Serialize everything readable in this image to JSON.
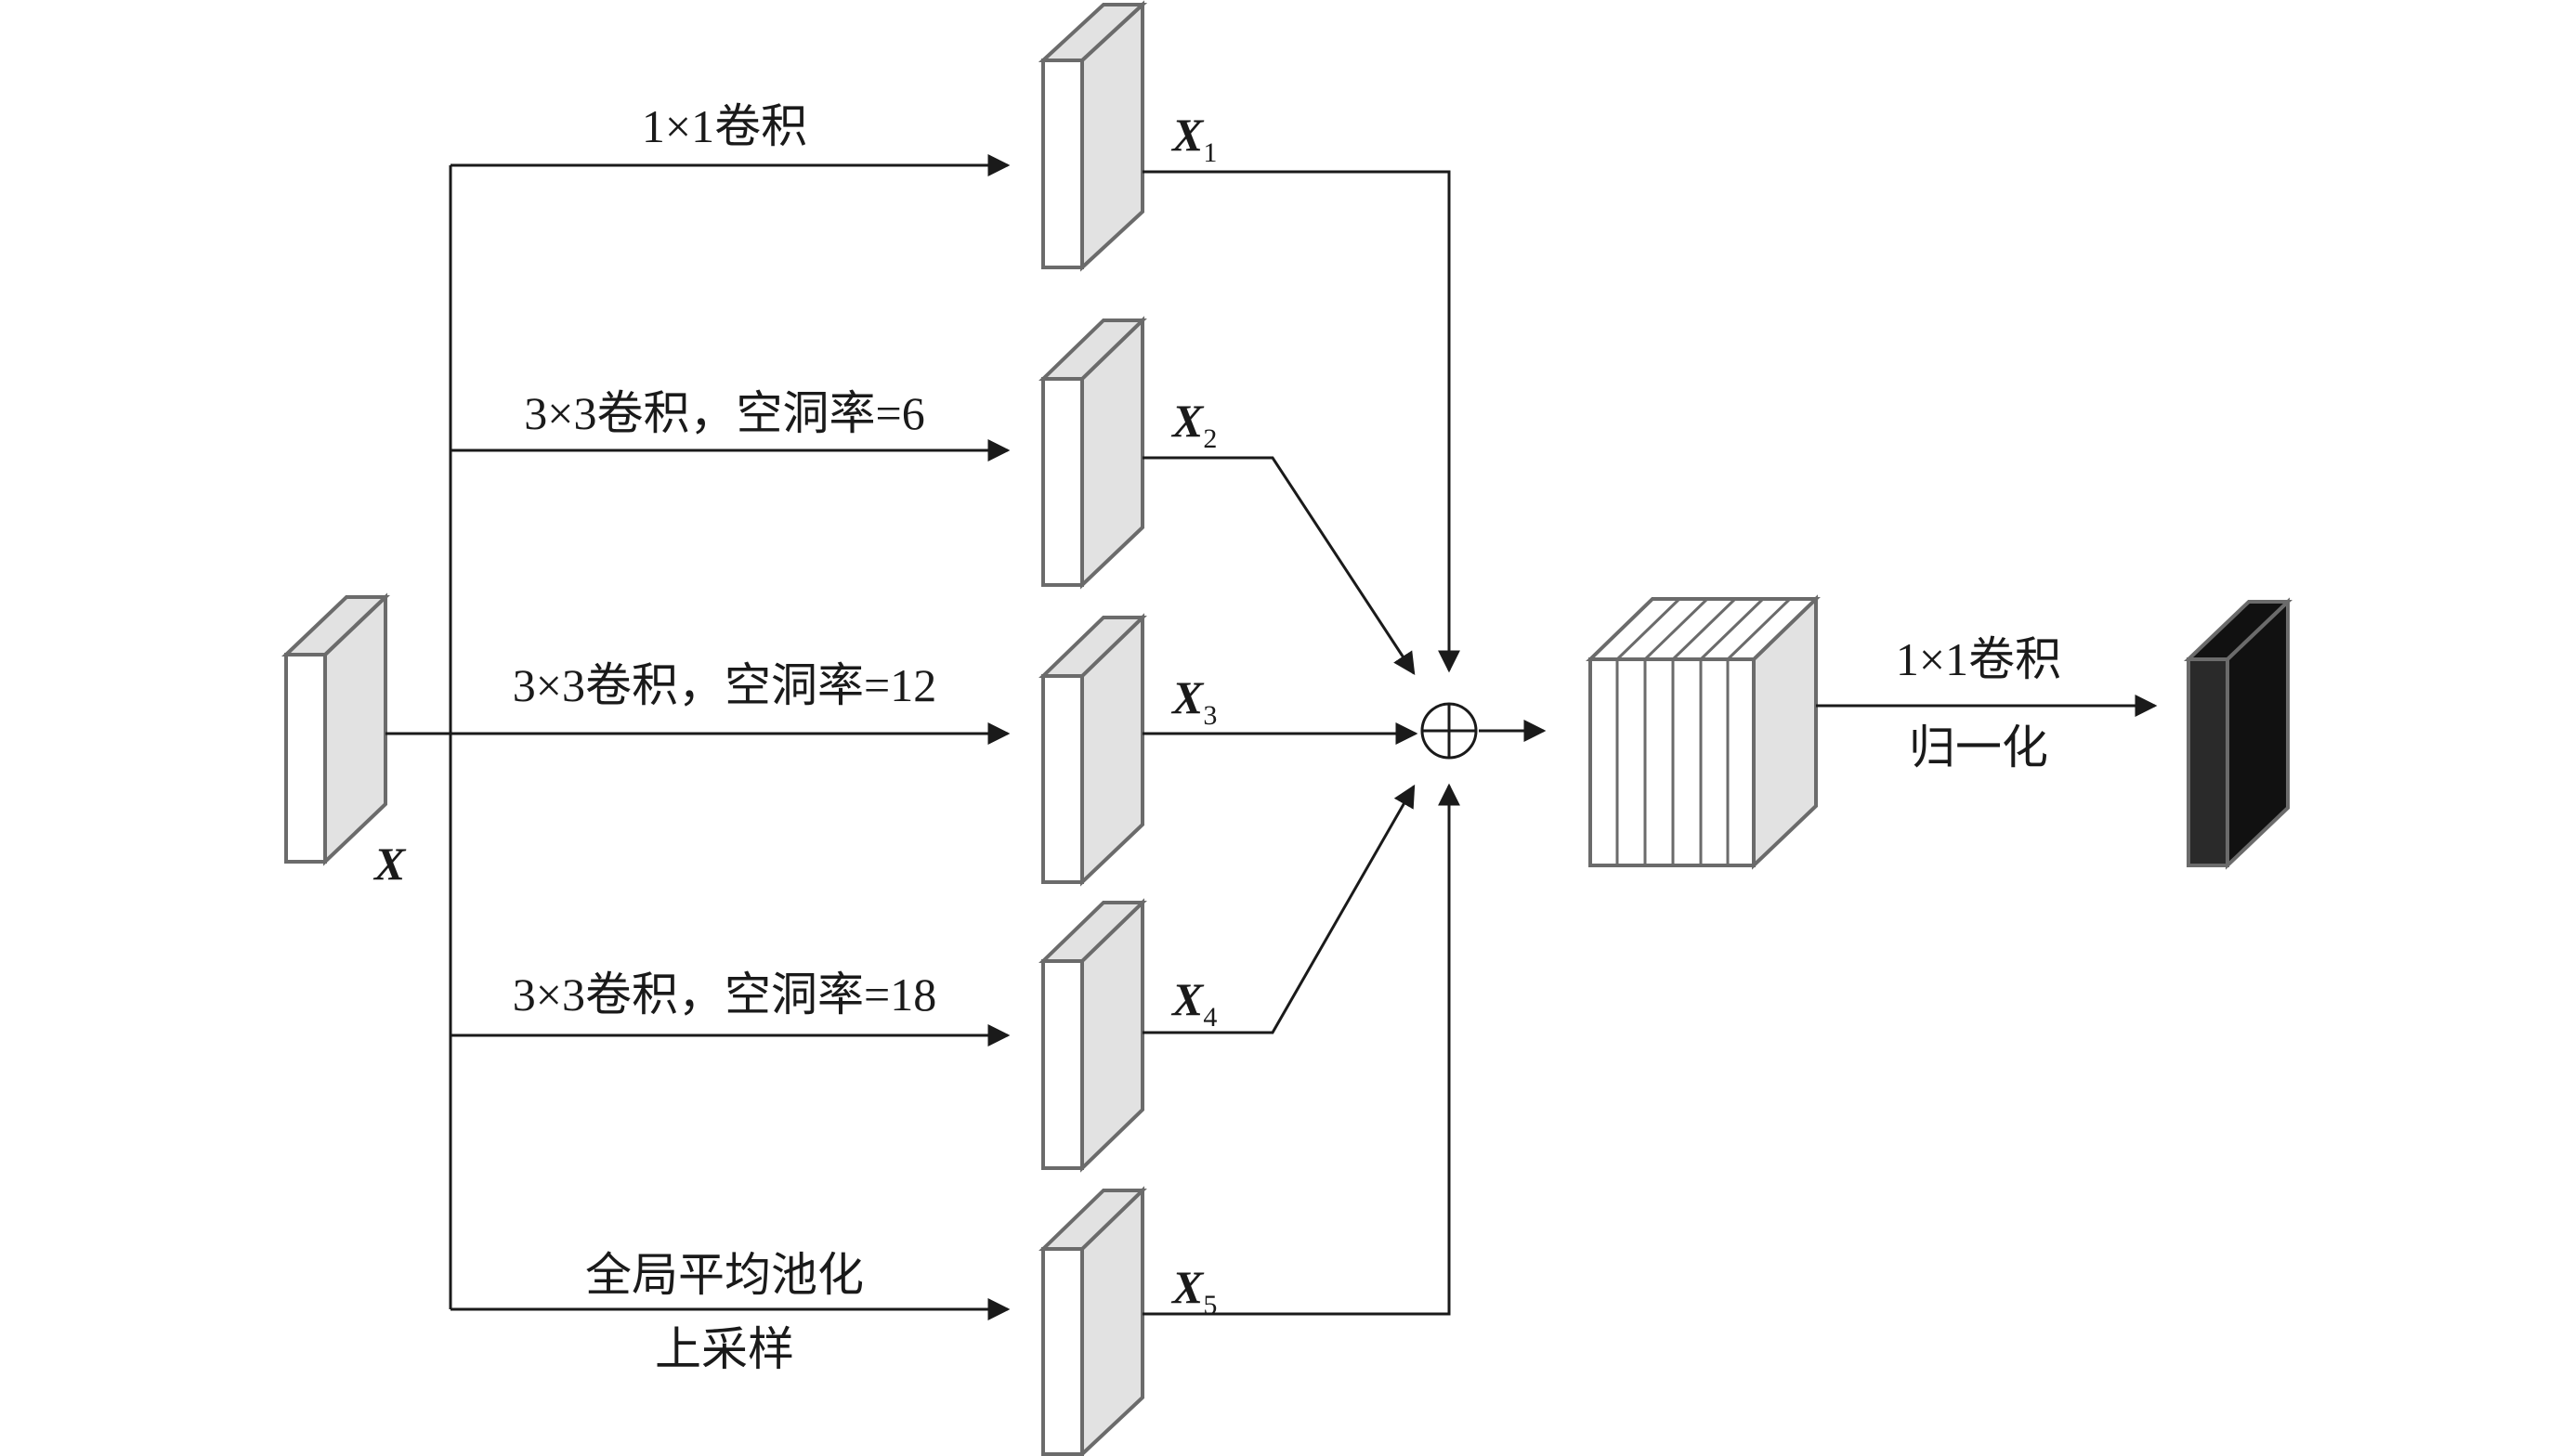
{
  "input": {
    "label": "X"
  },
  "branches": [
    {
      "label_lines": [
        "1×1卷积"
      ],
      "output": "X",
      "output_sub": "1"
    },
    {
      "label_lines": [
        "3×3卷积，空洞率=6"
      ],
      "output": "X",
      "output_sub": "2"
    },
    {
      "label_lines": [
        "3×3卷积，空洞率=12"
      ],
      "output": "X",
      "output_sub": "3"
    },
    {
      "label_lines": [
        "3×3卷积，空洞率=18"
      ],
      "output": "X",
      "output_sub": "4"
    },
    {
      "label_lines": [
        "全局平均池化",
        "上采样"
      ],
      "output": "X",
      "output_sub": "5"
    }
  ],
  "fusion": {
    "symbol": "⊕"
  },
  "final": {
    "label_top": "1×1卷积",
    "label_bottom": "归一化"
  }
}
